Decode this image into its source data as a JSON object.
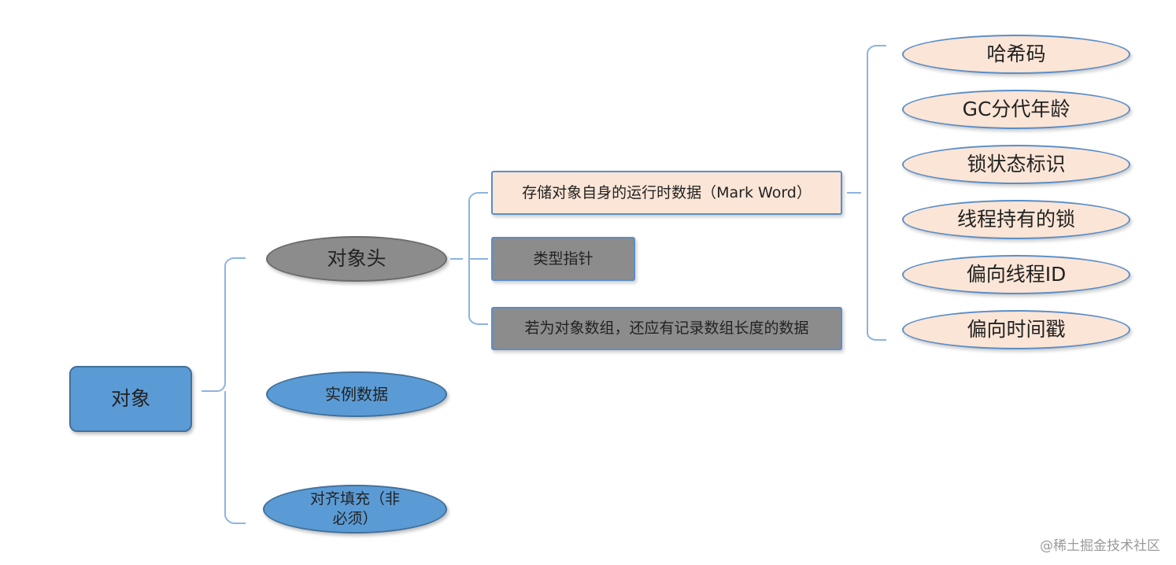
{
  "root": {
    "label": "对象"
  },
  "level1": [
    {
      "label": "对象头"
    },
    {
      "label": "实例数据"
    },
    {
      "label": "对齐填充（非必须）",
      "lines": [
        "对齐填充（非",
        "必须）"
      ]
    }
  ],
  "header_children": [
    {
      "label": "存储对象自身的运行时数据（Mark Word）"
    },
    {
      "label": "类型指针"
    },
    {
      "label": "若为对象数组，还应有记录数组长度的数据"
    }
  ],
  "markword_fields": [
    {
      "label": "哈希码"
    },
    {
      "label": "GC分代年龄"
    },
    {
      "label": "锁状态标识"
    },
    {
      "label": "线程持有的锁"
    },
    {
      "label": "偏向线程ID"
    },
    {
      "label": "偏向时间戳"
    }
  ],
  "watermark": "@稀土掘金技术社区",
  "colors": {
    "connector": "#8db3e2",
    "blue_fill": "#5b9bd5",
    "gray_fill": "#8c8c8c",
    "peach_fill": "#fbe5d6"
  }
}
